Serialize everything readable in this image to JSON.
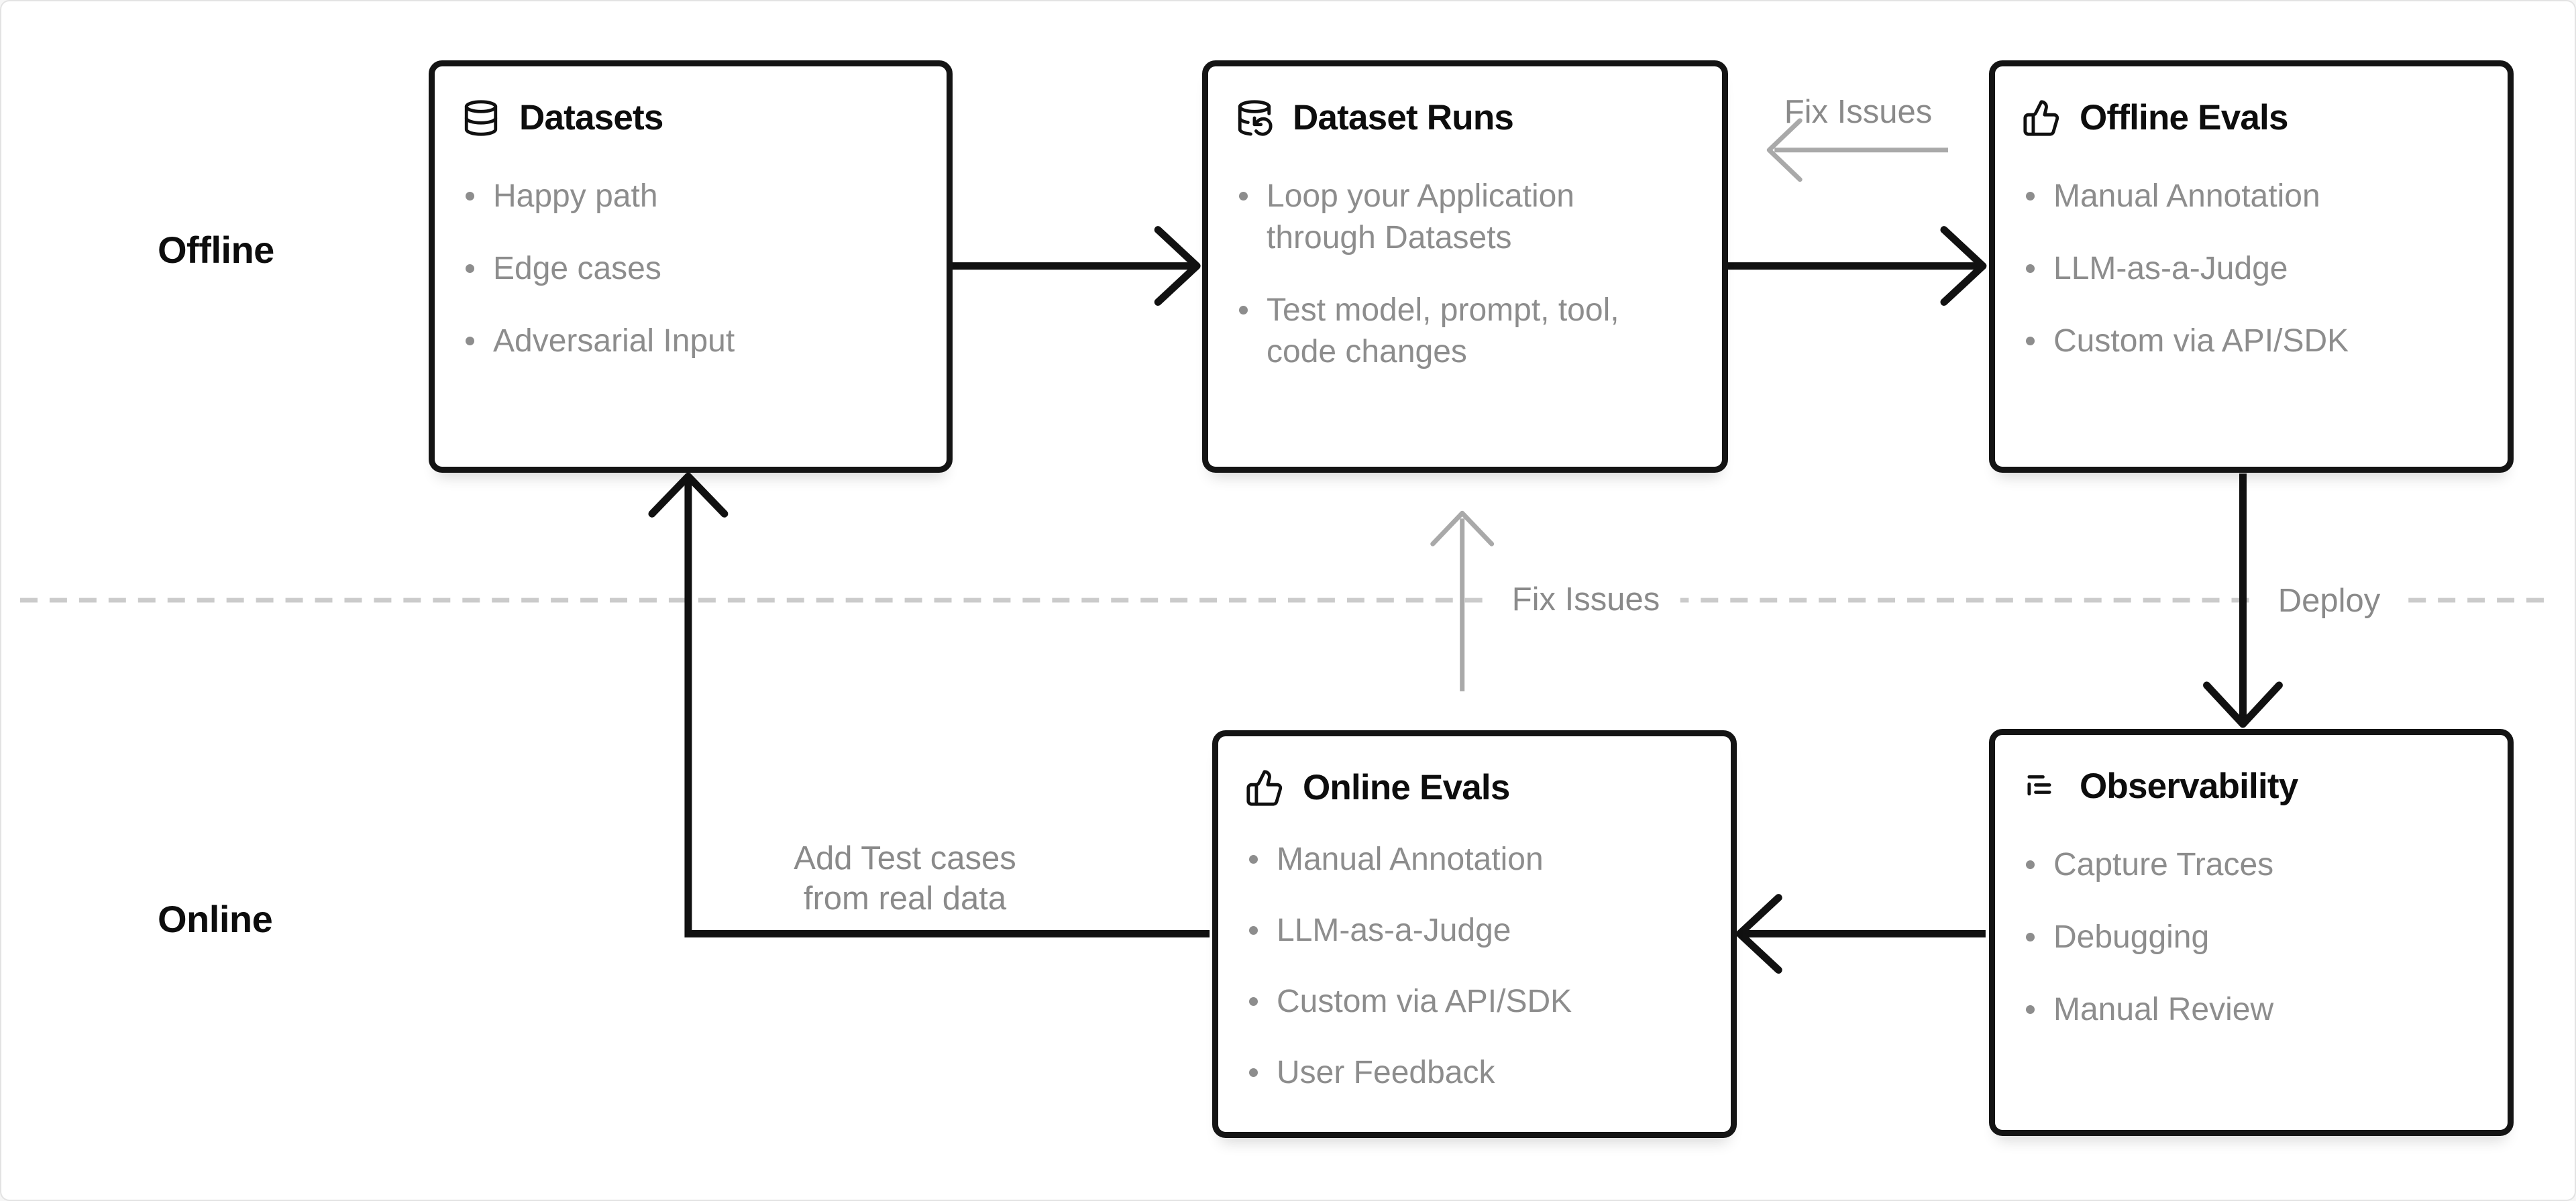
{
  "lanes": {
    "offline": "Offline",
    "online": "Online"
  },
  "boxes": [
    {
      "id": "datasets",
      "icon": "database-icon",
      "title": "Datasets",
      "bullets": [
        "Happy path",
        "Edge cases",
        "Adversarial Input"
      ]
    },
    {
      "id": "dataset-runs",
      "icon": "database-refresh-icon",
      "title": "Dataset Runs",
      "bullets": [
        "Loop your Application through Datasets",
        "Test model, prompt, tool, code changes"
      ]
    },
    {
      "id": "offline-evals",
      "icon": "thumbs-up-icon",
      "title": "Offline Evals",
      "bullets": [
        "Manual Annotation",
        "LLM-as-a-Judge",
        "Custom via API/SDK"
      ]
    },
    {
      "id": "online-evals",
      "icon": "thumbs-up-icon",
      "title": "Online Evals",
      "bullets": [
        "Manual Annotation",
        "LLM-as-a-Judge",
        "Custom via API/SDK",
        "User Feedback"
      ]
    },
    {
      "id": "observability",
      "icon": "trace-list-icon",
      "title": "Observability",
      "bullets": [
        "Capture Traces",
        "Debugging",
        "Manual Review"
      ]
    }
  ],
  "arrow_labels": {
    "fix_issues_top": "Fix Issues",
    "fix_issues_middle": "Fix Issues",
    "deploy": "Deploy",
    "add_test_cases_line1": "Add Test cases",
    "add_test_cases_line2": "from real data"
  },
  "colors": {
    "box_border": "#141414",
    "title_text": "#0d0d0d",
    "muted_text": "#8d8d8d",
    "arrow_black": "#111111",
    "arrow_gray": "#a9a9a9",
    "divider_dash": "#cbcbcb"
  }
}
